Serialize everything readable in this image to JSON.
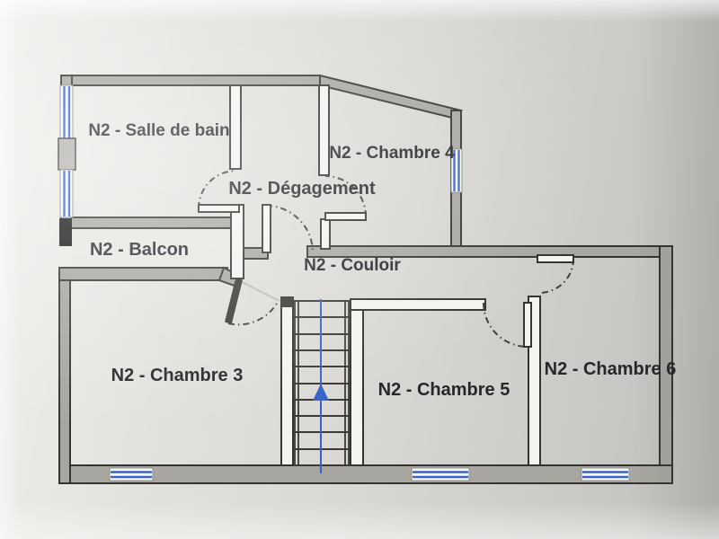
{
  "rooms": [
    {
      "id": "salle-de-bain",
      "label": "N2 - Salle de bain"
    },
    {
      "id": "chambre-4",
      "label": "N2 - Chambre 4"
    },
    {
      "id": "degagement",
      "label": "N2 - Dégagement"
    },
    {
      "id": "balcon",
      "label": "N2 - Balcon"
    },
    {
      "id": "couloir",
      "label": "N2 - Couloir"
    },
    {
      "id": "chambre-3",
      "label": "N2 - Chambre 3"
    },
    {
      "id": "chambre-5",
      "label": "N2 - Chambre 5"
    },
    {
      "id": "chambre-6",
      "label": "N2 - Chambre 6"
    }
  ],
  "stairs": {
    "direction_icon": "up-arrow"
  },
  "colors": {
    "wall_outline": "#34332f",
    "exterior_wall_fill": "#a8a6a0",
    "interior_wall_fill": "#f4f3f0",
    "window_blue": "#3a63c4",
    "stairs_arrow_blue": "#3563c8",
    "label_text": "#26272c",
    "paper_background": "#d9d8d4"
  }
}
